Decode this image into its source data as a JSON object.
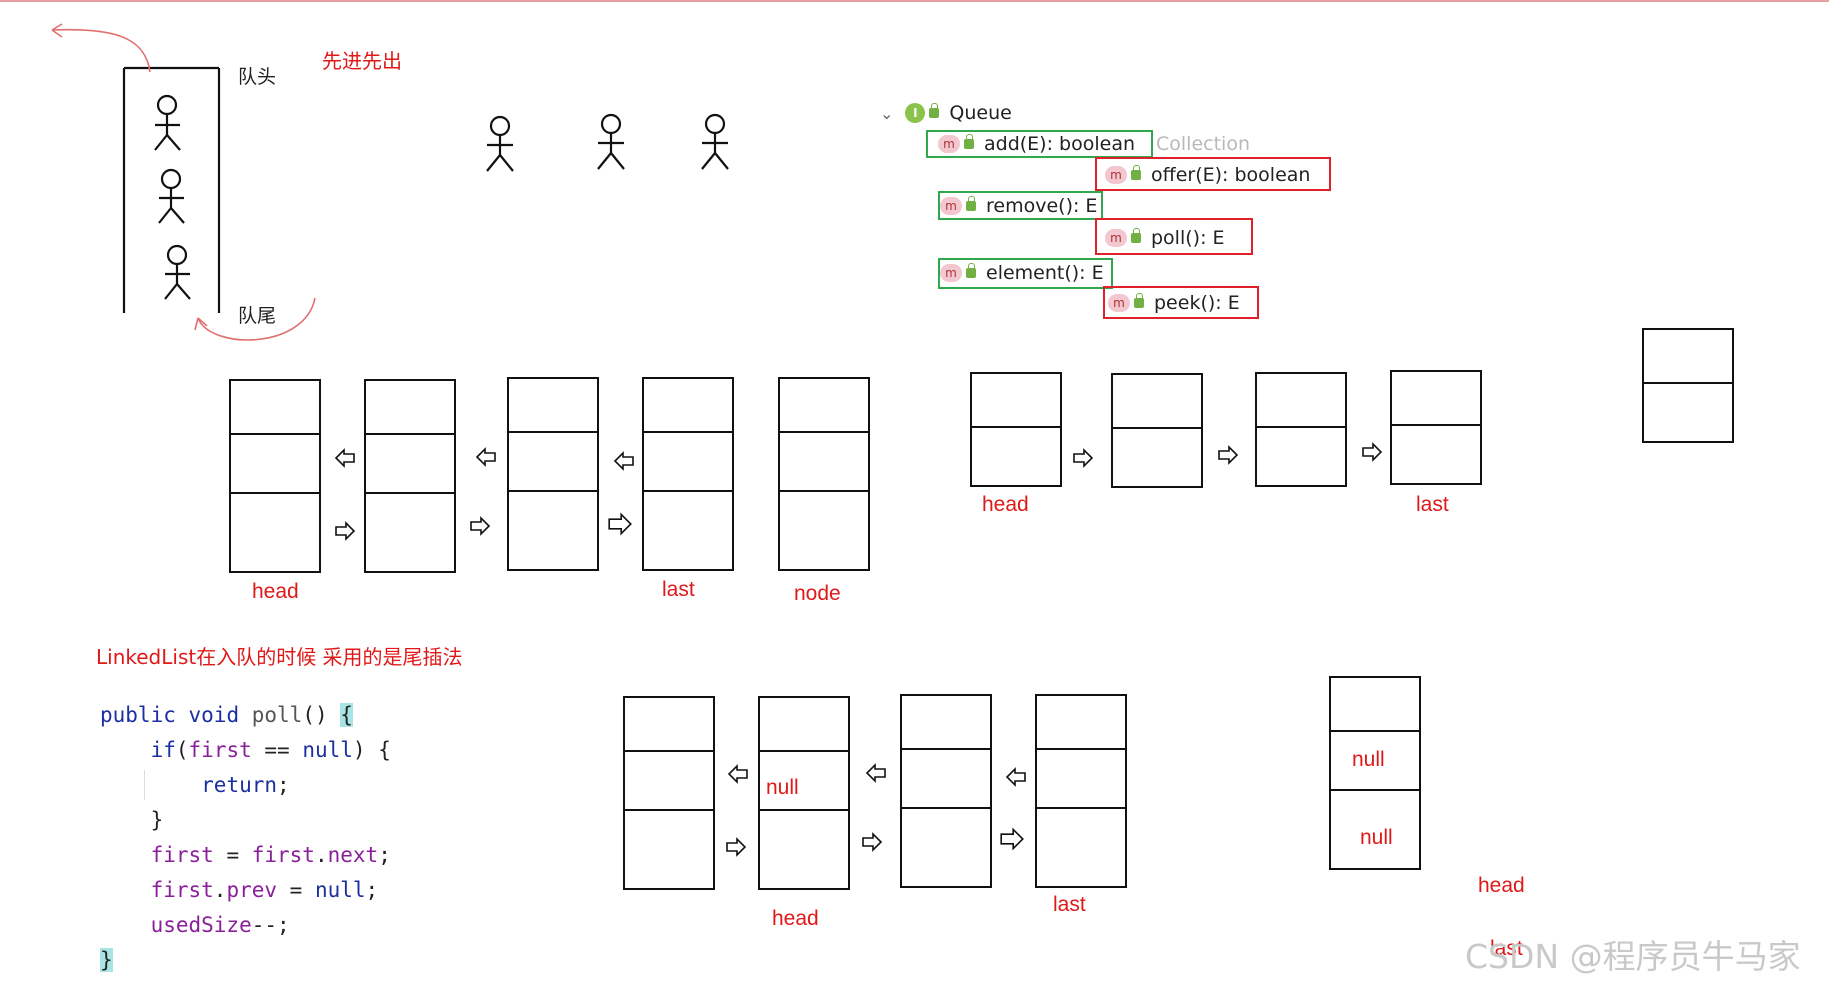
{
  "queue_diagram": {
    "slogan": "先进先出",
    "head_label": "队头",
    "tail_label": "队尾"
  },
  "interface_tree": {
    "title": "Queue",
    "collection_hint": "Collection",
    "methods": [
      {
        "name": "add(E): boolean"
      },
      {
        "name": "offer(E): boolean"
      },
      {
        "name": "remove(): E"
      },
      {
        "name": "poll(): E"
      },
      {
        "name": "element(): E"
      },
      {
        "name": "peek(): E"
      }
    ]
  },
  "list_labels": {
    "top_left": [
      "head",
      "last",
      "node"
    ],
    "top_right": [
      "head",
      "last"
    ],
    "bottom": [
      "null",
      "head",
      "last",
      "null",
      "null",
      "head",
      "last"
    ]
  },
  "note": "LinkedList在入队的时候 采用的是尾插法",
  "code_lines": [
    {
      "t": "public void poll() {"
    },
    {
      "t": "    if(first == null) {"
    },
    {
      "t": "        return;"
    },
    {
      "t": "    }"
    },
    {
      "t": "    first = first.next;"
    },
    {
      "t": "    first.prev = null;"
    },
    {
      "t": "    usedSize--;"
    },
    {
      "t": "}"
    }
  ],
  "code_tokens": {
    "l0": [
      "public",
      "void",
      "poll",
      "()",
      "{"
    ],
    "l1": [
      "if",
      "(",
      "first",
      " == ",
      "null",
      ") {"
    ],
    "l2": [
      "return",
      ";"
    ],
    "l3": [
      "}"
    ],
    "l4": [
      "first",
      " = ",
      "first",
      ".",
      "next",
      ";"
    ],
    "l5": [
      "first",
      ".",
      "prev",
      " = ",
      "null",
      ";"
    ],
    "l6": [
      "usedSize",
      "--;"
    ],
    "l7": [
      "}"
    ]
  },
  "watermark": "CSDN @程序员牛马家"
}
